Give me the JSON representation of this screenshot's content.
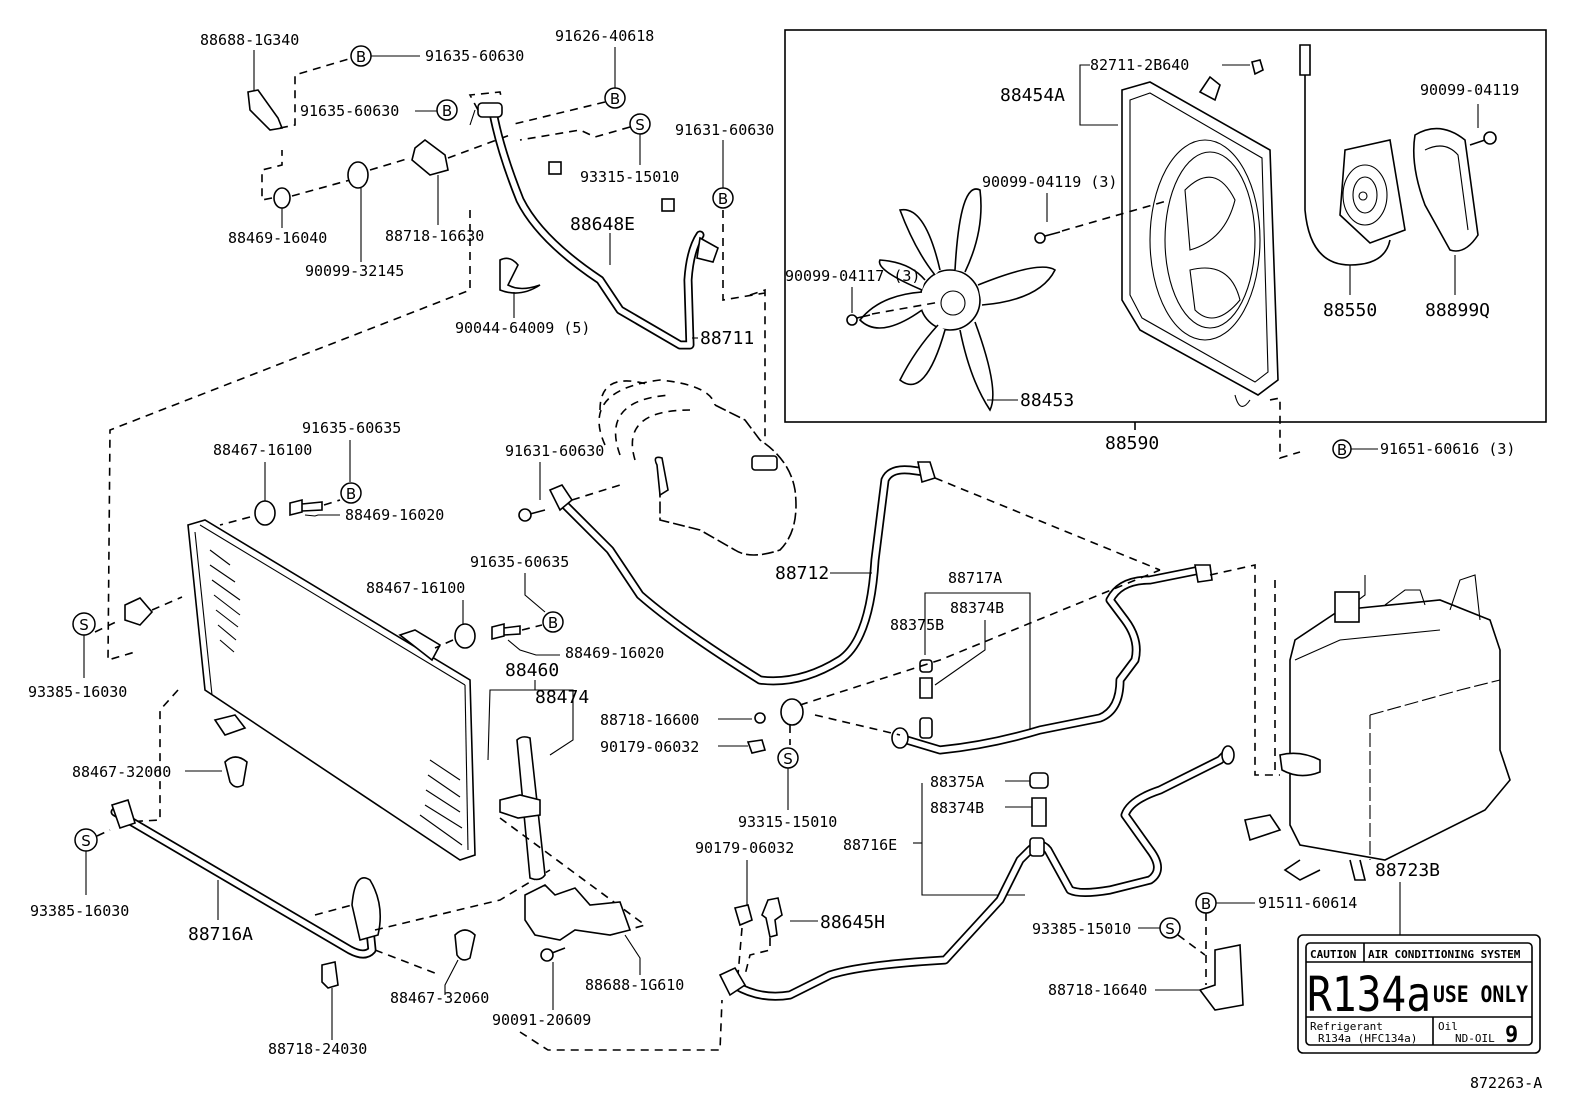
{
  "diagram": {
    "title": "Air conditioning system parts diagram",
    "figure_id": "872263-A",
    "symbols": {
      "bolt": "B",
      "screw": "S"
    },
    "fan_group": {
      "group_label": "88590",
      "labels": {
        "shroud": "88454A",
        "clip": "82711-2B640",
        "fan_screw": "90099-04119 (3)",
        "fan_screw2": "90099-04117 (3)",
        "motor_screw": "90099-04119",
        "fan": "88453",
        "motor": "88550",
        "motor_cover": "88899Q"
      },
      "mount_bolt": "91651-60616 (3)"
    },
    "top_left": {
      "bracket": "88688-1G340",
      "bolt_a": "91635-60630",
      "bolt_b": "91635-60630",
      "bolt_c": "91626-40618",
      "screw_a": "93315-15010",
      "bolt_d": "91631-60630",
      "collar": "88469-16040",
      "cushion": "90099-32145",
      "clamp": "88718-16630",
      "harness": "88648E",
      "band": "90044-64009 (5)",
      "discharge_hose": "88711"
    },
    "condenser": {
      "bolt_top": "91635-60635",
      "cushion_top": "88467-16100",
      "collar_top": "88469-16020",
      "bolt_mid": "91635-60635",
      "cushion_mid": "88467-16100",
      "collar_mid": "88469-16020",
      "screw_left": "93385-16030",
      "cushion_lower": "88467-32060",
      "screw_lower": "93385-16030",
      "pipe": "88716A",
      "cushion_bottom": "88467-32060",
      "clamp_bottom": "88718-24030",
      "condenser": "88460",
      "receiver": "88474",
      "bracket": "88688-1G610",
      "bolt": "90091-20609"
    },
    "center": {
      "compressor_bolt": "91631-60630",
      "suction_hose": "88712",
      "clamp": "88718-16600",
      "nut": "90179-06032",
      "screw": "93315-15010",
      "nut2": "90179-06032",
      "pressure_switch": "88645H",
      "tube_a": "88717A",
      "valve_core_a": "88374B",
      "cap_a": "88375B",
      "cap_b": "88375A",
      "valve_core_b": "88374B",
      "tube_e": "88716E"
    },
    "right": {
      "unit": "88723B",
      "bolt": "91511-60614",
      "screw": "93385-15010",
      "clamp": "88718-16640"
    },
    "caution_label": {
      "caution": "CAUTION",
      "system": "AIR CONDITIONING SYSTEM",
      "refrigerant_big": "R134a",
      "use_only": "USE ONLY",
      "refrigerant_label": "Refrigerant",
      "refrigerant_type": "R134a (HFC134a)",
      "oil_label": "Oil",
      "oil_type": "ND-OIL",
      "oil_number": "9"
    }
  }
}
